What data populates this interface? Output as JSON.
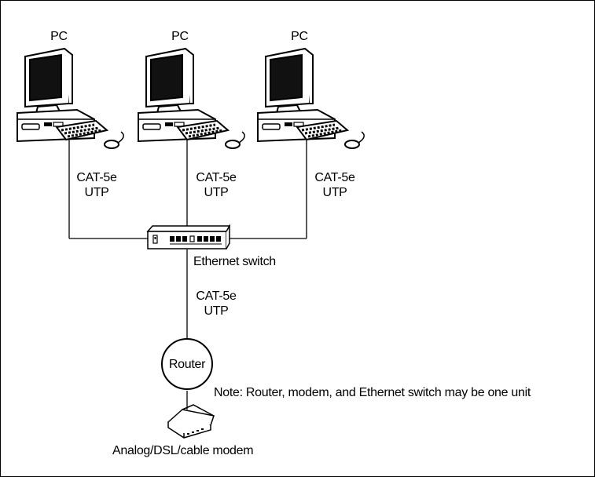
{
  "computers": [
    {
      "label": "PC"
    },
    {
      "label": "PC"
    },
    {
      "label": "PC"
    }
  ],
  "links": {
    "cable_line1": "CAT-5e",
    "cable_line2": "UTP"
  },
  "switch": {
    "label": "Ethernet switch"
  },
  "router": {
    "label": "Router"
  },
  "modem": {
    "label": "Analog/DSL/cable modem"
  },
  "note": "Note: Router, modem, and Ethernet switch may be one unit"
}
